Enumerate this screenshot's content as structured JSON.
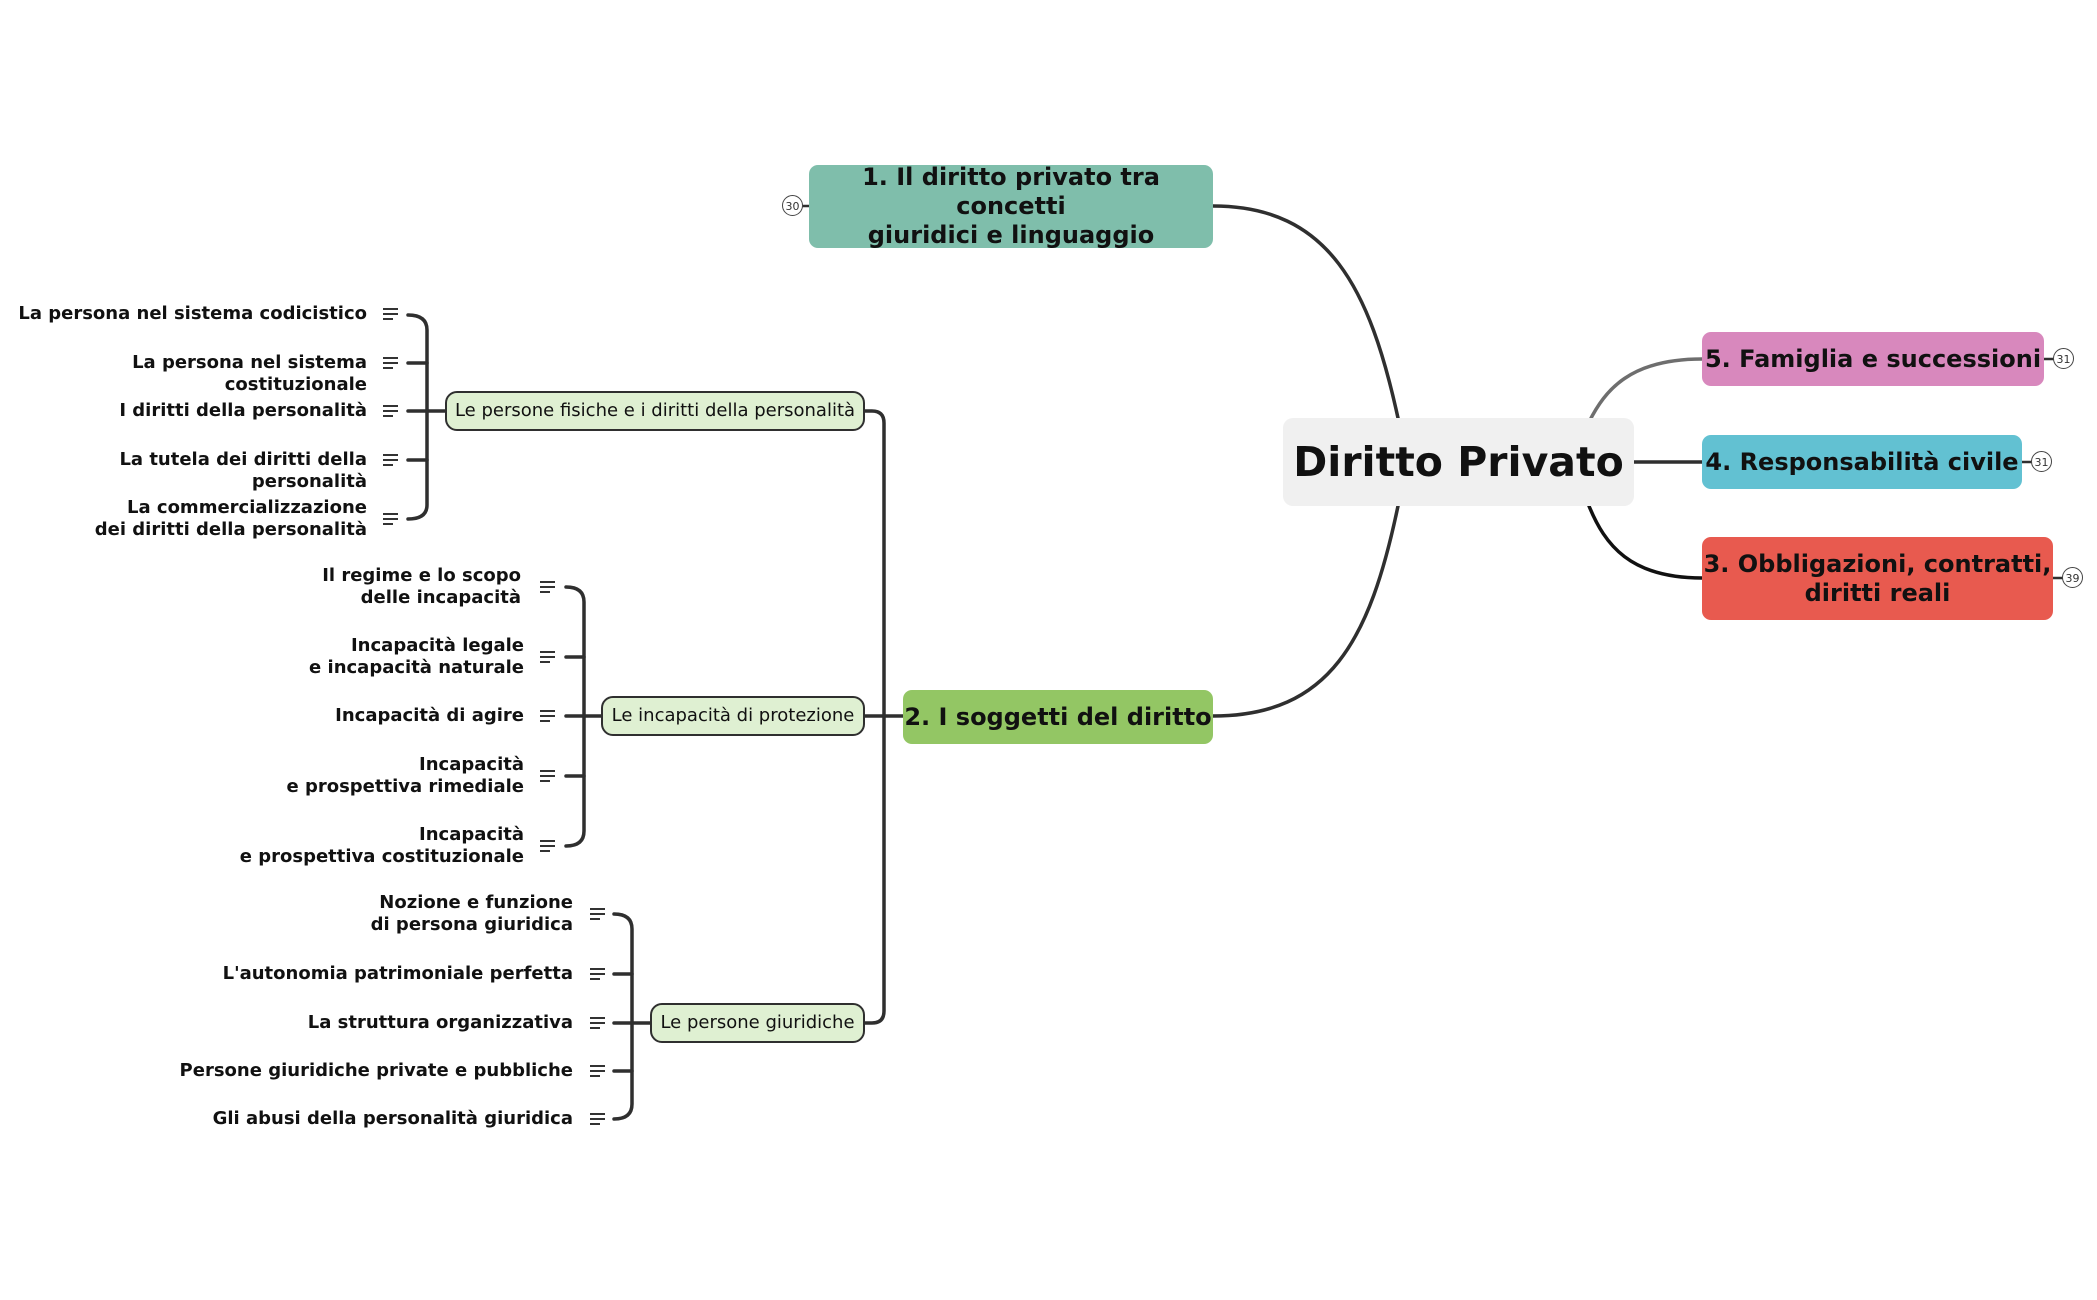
{
  "central": {
    "title": "Diritto Privato"
  },
  "branches": {
    "b1": {
      "label": "1. Il diritto privato tra concetti\ngiuridici e linguaggio",
      "badge": "30",
      "color": "#7fbeab"
    },
    "b2": {
      "label": "2. I soggetti del diritto",
      "color": "#93c664"
    },
    "b3": {
      "label": "3. Obbligazioni, contratti,\ndiritti reali",
      "badge": "39",
      "color": "#e85a4f"
    },
    "b4": {
      "label": "4. Responsabilità civile",
      "badge": "31",
      "color": "#62c1d2"
    },
    "b5": {
      "label": "5. Famiglia e successioni",
      "badge": "31",
      "color": "#d888bd"
    }
  },
  "subtopics": [
    {
      "label": "Le persone fisiche e i diritti della personalità",
      "leaves": [
        "La persona nel sistema codicistico",
        "La persona nel sistema costituzionale",
        "I diritti della personalità",
        "La tutela dei diritti della personalità",
        "La commercializzazione\ndei diritti della personalità"
      ]
    },
    {
      "label": "Le incapacità di protezione",
      "leaves": [
        "Il regime e lo scopo\ndelle incapacità",
        "Incapacità legale\ne incapacità naturale",
        "Incapacità di agire",
        "Incapacità\ne prospettiva rimediale",
        "Incapacità\ne prospettiva costituzionale"
      ]
    },
    {
      "label": "Le persone giuridiche",
      "leaves": [
        "Nozione e funzione\ndi persona giuridica",
        "L'autonomia patrimoniale perfetta",
        "La struttura organizzativa",
        "Persone giuridiche private e pubbliche",
        "Gli abusi della personalità giuridica"
      ]
    }
  ],
  "colors": {
    "line": "#2f2f2f",
    "subtopic_fill": "#dff0d2",
    "central_fill": "#f0f0f0"
  }
}
